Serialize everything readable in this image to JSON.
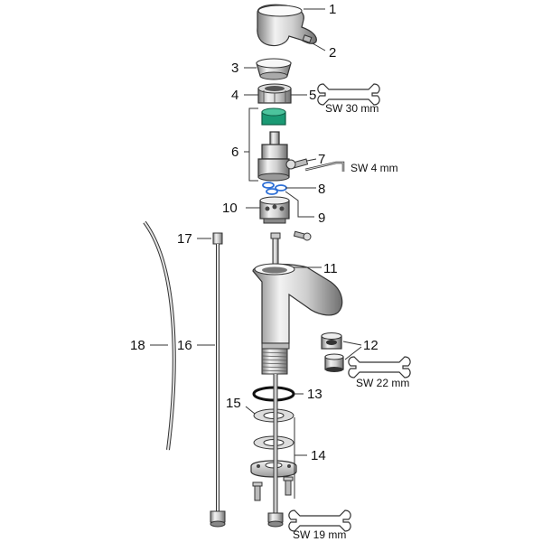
{
  "parts": [
    {
      "id": "part-1",
      "label": "1"
    },
    {
      "id": "part-2",
      "label": "2"
    },
    {
      "id": "part-3",
      "label": "3"
    },
    {
      "id": "part-4",
      "label": "4"
    },
    {
      "id": "part-5",
      "label": "5"
    },
    {
      "id": "part-6",
      "label": "6"
    },
    {
      "id": "part-7",
      "label": "7"
    },
    {
      "id": "part-8",
      "label": "8"
    },
    {
      "id": "part-9",
      "label": "9"
    },
    {
      "id": "part-10",
      "label": "10"
    },
    {
      "id": "part-11",
      "label": "11"
    },
    {
      "id": "part-12",
      "label": "12"
    },
    {
      "id": "part-13",
      "label": "13"
    },
    {
      "id": "part-14",
      "label": "14"
    },
    {
      "id": "part-15",
      "label": "15"
    },
    {
      "id": "part-16",
      "label": "16"
    },
    {
      "id": "part-17",
      "label": "17"
    },
    {
      "id": "part-18",
      "label": "18"
    }
  ],
  "tools": [
    {
      "id": "wrench-30",
      "label": "SW 30 mm"
    },
    {
      "id": "allen-4",
      "label": "SW 4 mm"
    },
    {
      "id": "wrench-22",
      "label": "SW 22 mm"
    },
    {
      "id": "wrench-19",
      "label": "SW 19 mm"
    }
  ],
  "colors": {
    "cartridge_seal": "#1a9a74",
    "o_rings": "#2d6fd6",
    "line": "#333333",
    "metal_light": "#e8e8e8",
    "metal_dark": "#8a8a8a"
  }
}
